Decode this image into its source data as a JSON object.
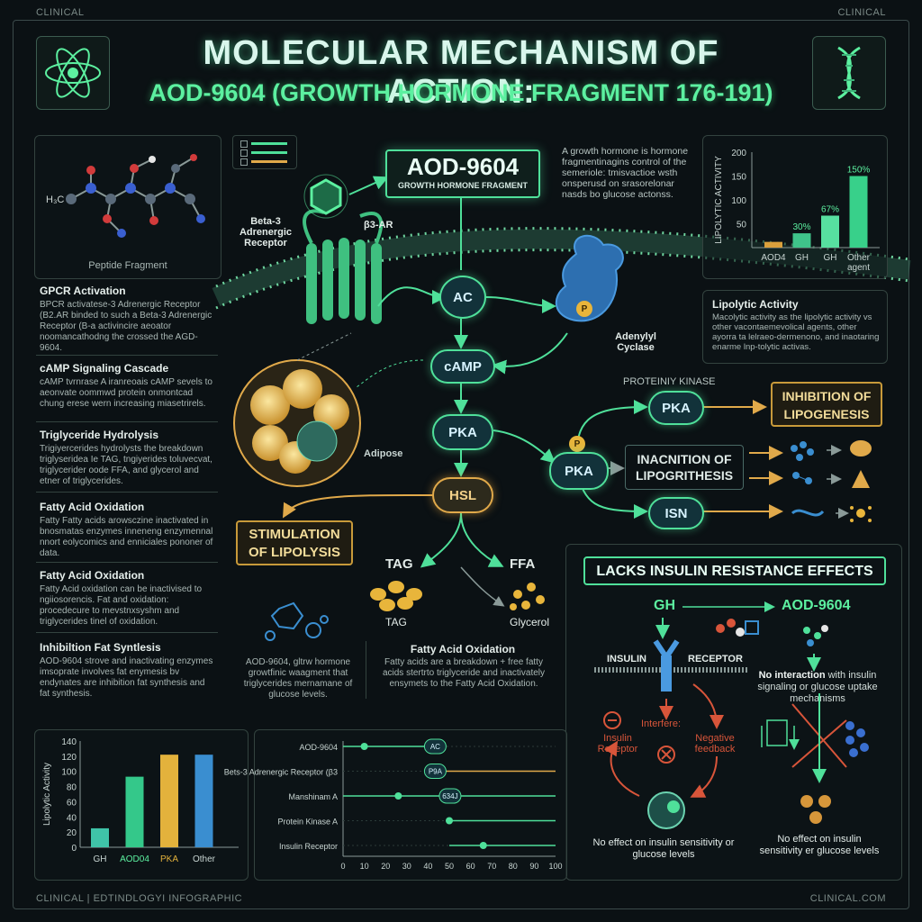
{
  "corners": {
    "tl": "CLINICAL",
    "tr": "CLINICAL",
    "bl": "CLINICAL | EDTINDLOGYI INFOGRAPHIC",
    "br": "CLINICAL.COM"
  },
  "title": {
    "line1": "MOLECULAR MECHANISM OF ACTION:",
    "line2": "AOD-9604 (GROWTH HORMONE FRAGMENT 176-191)"
  },
  "molecule": {
    "caption": "Peptide Fragment",
    "atom_label": "H₃C"
  },
  "sections": [
    {
      "heading": "GPCR Activation",
      "body": "BPCR activatese-3 Adrenergic Receptor (B2.AR binded to such a Beta-3 Adrenergic Receptor (B-a activincire aeoator noomancathodng the crossed the AGD-9604."
    },
    {
      "heading": "cAMP Signaling Cascade",
      "body": "cAMP tvrnrase A iranreoais cAMP sevels to aeonvate oommwd protein onmontcad chung erese wern increasing miasetrirels."
    },
    {
      "heading": "Triglyceride Hydrolysis",
      "body": "Trigiyercerides hydrolysts the breakdown triglyseridea Ie TAG, tngiyerides toluvecvat, triglycerider oode FFA, and glycerol and etner of triglycerides."
    },
    {
      "heading": "Fatty Acid Oxidation",
      "body": "Fatty Fatty acids arowsczine inactivated in bnosmatas enzymes inneneng enzymennal nnort eolycomics and enniciales pononer of data."
    },
    {
      "heading": "Fatty Acid Oxidation",
      "body": "Fatty Acid oxidation can be inactivised to ngiiosorencis. Fat and oxidation: procedecure to mevstnxsyshm and triglycerides tinel of oxidation."
    },
    {
      "heading": "Inhibiltion Fat Syntlesis",
      "body": "AOD-9604 strove and inactivating enzymes imsoprate involves fat enymesis bv endynates are inhibition fat synthesis and fat synthesis."
    }
  ],
  "mechanism": {
    "drug_name": "AOD-9604",
    "drug_sub": "GROWTH HORMONE FRAGMENT",
    "receptor_label": "Beta-3 Adrenergic Receptor",
    "b3ar_label": "β3-AR",
    "note": "A growth hormone is hormone fragmentinagins control of the semeriole: tmisvactioe wsth onsperusd on srasorelonar nasds bo glucose actonss.",
    "legend": [
      "",
      "",
      ""
    ],
    "ac": "AC",
    "camp": "cAMP",
    "pka": "PKA",
    "hsl": "HSL",
    "p": "P",
    "adenylyl": "Adenylyl Cyclase",
    "adipose": "Adipose",
    "stimulation": "STIMULATION OF LIPOLYSIS",
    "tag_top": "TAG",
    "ffa": "FFA",
    "tag_bottom": "TAG",
    "glycerol": "Glycerol",
    "protein_kinase": "PROTEINIY KINASE",
    "pka_top": "PKA",
    "pka_mid": "PKA",
    "isn": "ISN",
    "inhibition": "INHIBITION OF LIPOGENESIS",
    "inactivation": "INACNITION OF LIPOGRITHESIS",
    "desc_left": "AOD-9604, gltrw hormone growtfinic waagment that triglycerides mernamane of glucose levels.",
    "desc_right_h": "Fatty Acid Oxidation",
    "desc_right": "Fatty acids are a breakdown + free fatty acids stertrto triglyceride and inactivately ensymets to the Fatty Acid Oxidation."
  },
  "lipolytic_card": {
    "heading": "Lipolytic Activity",
    "body": "Macolytic activity as the lipolytic activity vs other vacontaemevolical agents, other ayorra ta lelraeo-dermenono, and inaotaring enarme lnp-tolytic activas."
  },
  "chart_data": [
    {
      "type": "bar",
      "ylabel": "LIPOLYTIC ACTIVITY",
      "categories": [
        "AOD4",
        "GH",
        "GH",
        "Other agent"
      ],
      "values": [
        12,
        30,
        67,
        150
      ],
      "labels": [
        "",
        "30%",
        "67%",
        "150%"
      ],
      "ylim": [
        0,
        200
      ],
      "yticks": [
        50,
        100,
        150,
        200
      ],
      "colors": [
        "#d9a03c",
        "#3fc38a",
        "#57e0a0",
        "#38d08a"
      ]
    },
    {
      "type": "bar",
      "ylabel": "Lipolytic Activity",
      "categories": [
        "GH",
        "AOD04",
        "PKA",
        "Other"
      ],
      "values": [
        25,
        93,
        122,
        122
      ],
      "ylim": [
        0,
        140
      ],
      "yticks": [
        0,
        20,
        40,
        60,
        80,
        100,
        120,
        140
      ],
      "colors": [
        "#3fc3a8",
        "#34c88a",
        "#e3b23c",
        "#3a8ed0"
      ]
    },
    {
      "type": "line",
      "rows": [
        "AOD-9604",
        "Bets-3 Adrenergic Receptor (β3",
        "Manshinam A",
        "Protein Kinase  A",
        "Insulin Receptor"
      ],
      "xticks": [
        0,
        10,
        20,
        30,
        40,
        50,
        60,
        70,
        80,
        90,
        100
      ],
      "xlim": [
        0,
        100
      ],
      "steps": [
        {
          "label": "AC",
          "row": 0,
          "x": 40
        },
        {
          "label": "P9A",
          "row": 1,
          "x": 40
        },
        {
          "label": "634J",
          "row": 2,
          "x": 47
        }
      ],
      "points": [
        {
          "row": 0,
          "x": 10
        },
        {
          "row": 2,
          "x": 26
        },
        {
          "row": 3,
          "x": 50
        },
        {
          "row": 4,
          "x": 66
        }
      ]
    }
  ],
  "insulin": {
    "heading": "LACKS INSULIN RESISTANCE EFFECTS",
    "gh": "GH",
    "aod": "AOD-9604",
    "insulin": "INSULIN",
    "receptor": "RECEPTOR",
    "left_label": "Insulin Receptor",
    "interfere": "Interfere:",
    "neg": "Negative feedback",
    "no_interaction_b": "No interaction",
    "no_interaction": " with insulin signaling or glucose uptake mechanisms",
    "left_foot": "No effect on insulin sensitivity or glucose levels",
    "right_foot": "No effect on insulin sensitivity er glucose levels"
  },
  "colors": {
    "accent": "#4fe09a",
    "orange": "#e0a94a",
    "bg": "#0b1114"
  },
  "icons": [
    "atom-icon",
    "dna-icon"
  ]
}
